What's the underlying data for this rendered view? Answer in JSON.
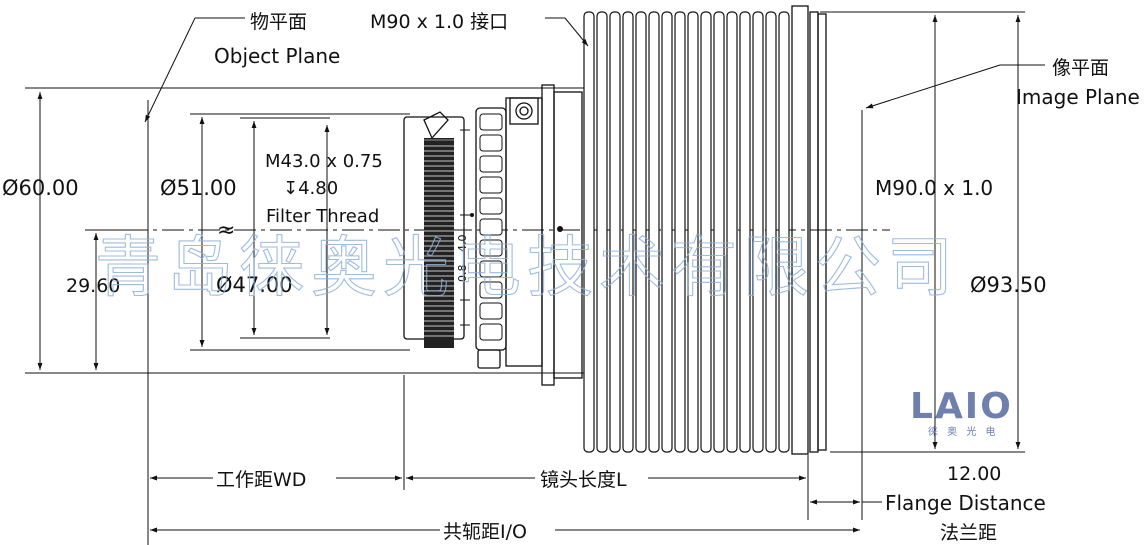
{
  "watermark": "青岛徕奥光电技术有限公司",
  "object_plane": {
    "cn": "物平面",
    "en": "Object Plane"
  },
  "image_plane": {
    "cn": "像平面",
    "en": "Image Plane"
  },
  "mount_thread": "M90 x 1.0 接口",
  "filter_thread": {
    "spec": "M43.0 x 0.75",
    "depth": "↧4.80",
    "label": "Filter Thread"
  },
  "approx_symbol": "≈",
  "dimensions": {
    "outer_diameter": "Ø60.00",
    "front_diameter": "Ø51.00",
    "inner_diameter": "Ø47.00",
    "offset": "29.60",
    "rear_thread": "M90.0 x 1.0",
    "body_diameter": "Ø93.50",
    "flange_value": "12.00"
  },
  "bottom": {
    "wd": "工作距WD",
    "lens_length": "镜头长度L",
    "io": "共轭距I/O",
    "flange_en": "Flange Distance",
    "flange_cn": "法兰距"
  },
  "focus_scale": [
    "4.0",
    "0.8"
  ],
  "logo": {
    "name": "LAIO",
    "sub": "徕 奥 光 电",
    "color": "#6f7fae"
  }
}
